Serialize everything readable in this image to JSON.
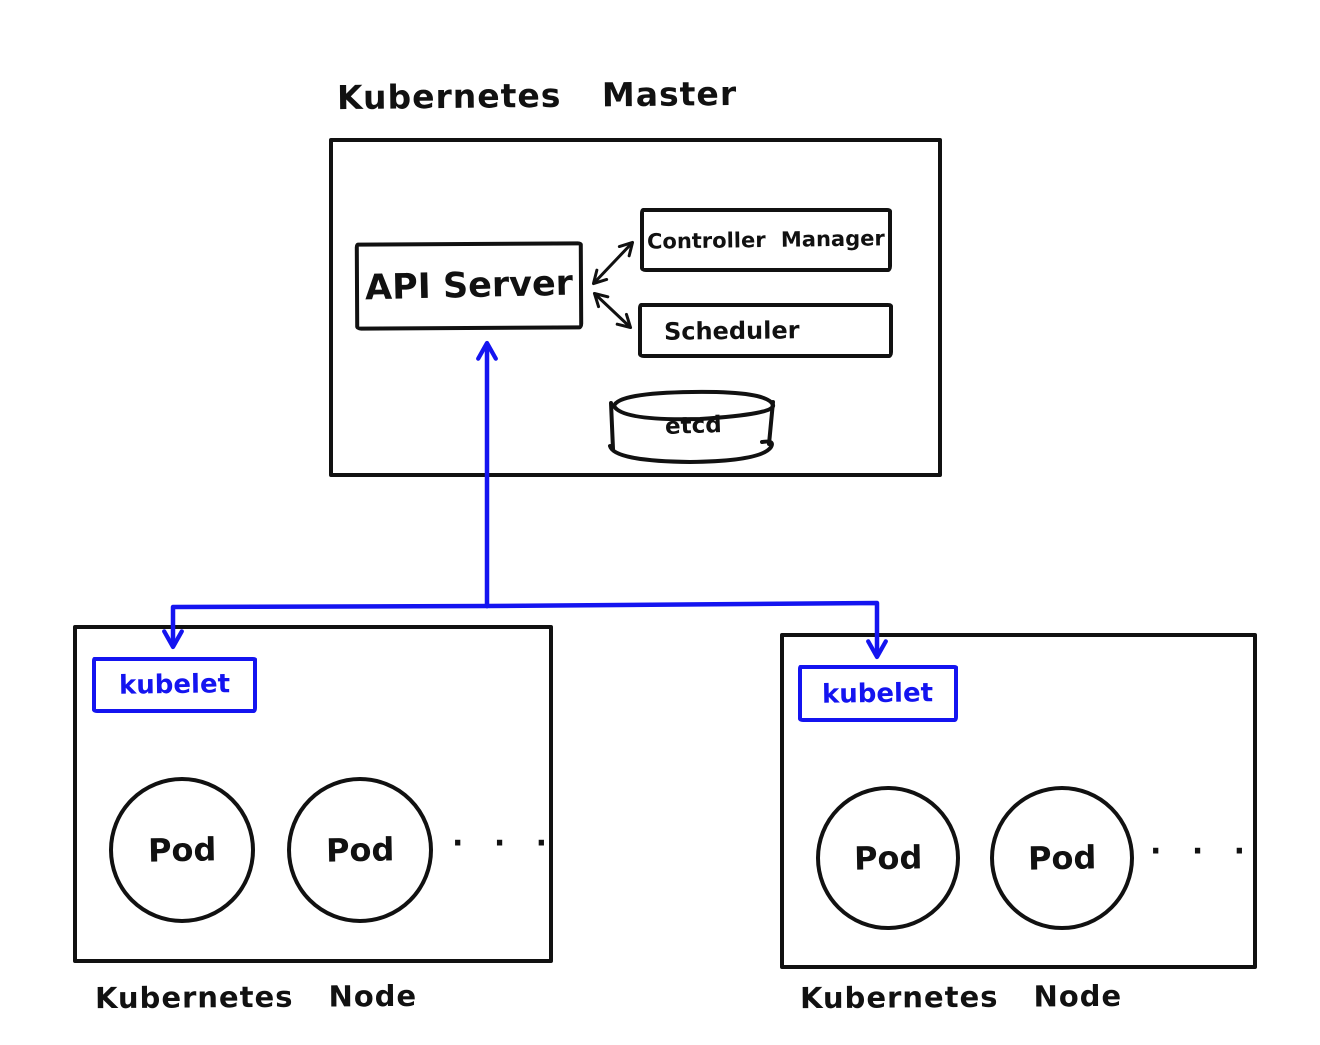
{
  "diagram": {
    "type": "architecture-sketch",
    "background": "#ffffff",
    "ink_color": "#111111",
    "accent_color": "#1414f0",
    "master": {
      "title": "Kubernetes Master",
      "api_server_label": "API Server",
      "controller_manager_label": "Controller Manager",
      "scheduler_label": "Scheduler",
      "etcd_label": "etcd"
    },
    "connections": [
      {
        "from": "API Server",
        "to": "Controller Manager",
        "style": "double-arrow-black"
      },
      {
        "from": "API Server",
        "to": "Scheduler",
        "style": "double-arrow-black"
      },
      {
        "from": "kubelet (both nodes)",
        "to": "API Server",
        "style": "blue-arrows"
      }
    ],
    "nodes": [
      {
        "kubelet_label": "kubelet",
        "pods": [
          "Pod",
          "Pod"
        ],
        "ellipsis": "· · ·",
        "caption": "Kubernetes Node"
      },
      {
        "kubelet_label": "kubelet",
        "pods": [
          "Pod",
          "Pod"
        ],
        "ellipsis": "· · ·",
        "caption": "Kubernetes Node"
      }
    ]
  }
}
